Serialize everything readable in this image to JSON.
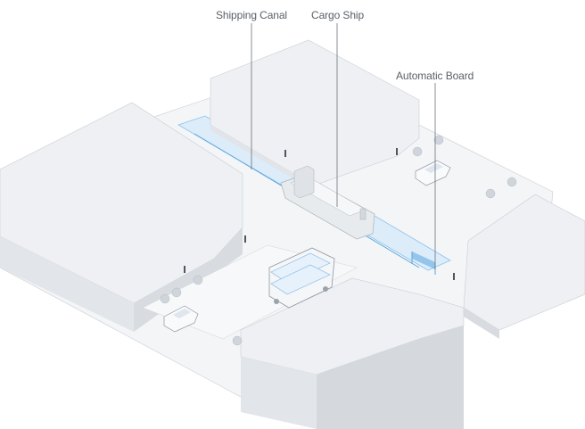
{
  "labels": {
    "shipping_canal": "Shipping Canal",
    "cargo_ship": "Cargo Ship",
    "automatic_board": "Automatic Board"
  },
  "colors": {
    "top": "#eef0f3",
    "left": "#e3e6ea",
    "right": "#d7dbe0",
    "ground": "#f3f5f7",
    "water": "#dcecf9",
    "accent": "#5aa6e0",
    "leader": "#6b7178"
  }
}
